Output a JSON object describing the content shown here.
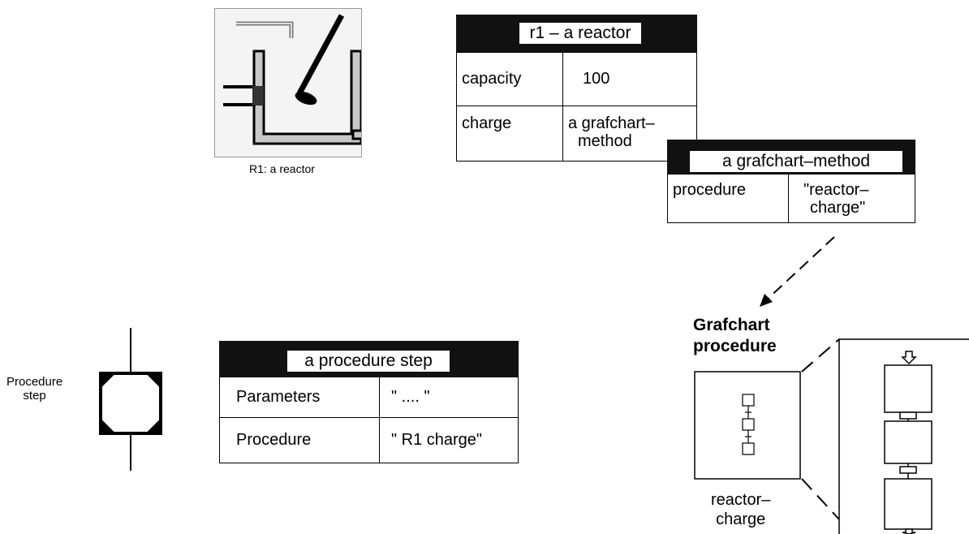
{
  "reactor_icon": {
    "caption": "R1: a reactor"
  },
  "r1_table": {
    "title": "r1 – a reactor",
    "rows": [
      {
        "name": "capacity",
        "value": "100"
      },
      {
        "name": "charge",
        "value_line1": "a grafchart–",
        "value_line2": "method"
      }
    ]
  },
  "method_table": {
    "title": "a grafchart–method",
    "row": {
      "name": "procedure",
      "value_line1": "\"reactor–",
      "value_line2": "charge\""
    }
  },
  "procedure_step": {
    "label_line1": "Procedure",
    "label_line2": "step"
  },
  "step_table": {
    "title": "a procedure step",
    "rows": [
      {
        "name": "Parameters",
        "value": "\" .... \""
      },
      {
        "name": "Procedure",
        "value": "\" R1 charge\""
      }
    ]
  },
  "grafchart": {
    "heading_line1": "Grafchart",
    "heading_line2": "procedure",
    "caption_line1": "reactor–",
    "caption_line2": "charge"
  }
}
